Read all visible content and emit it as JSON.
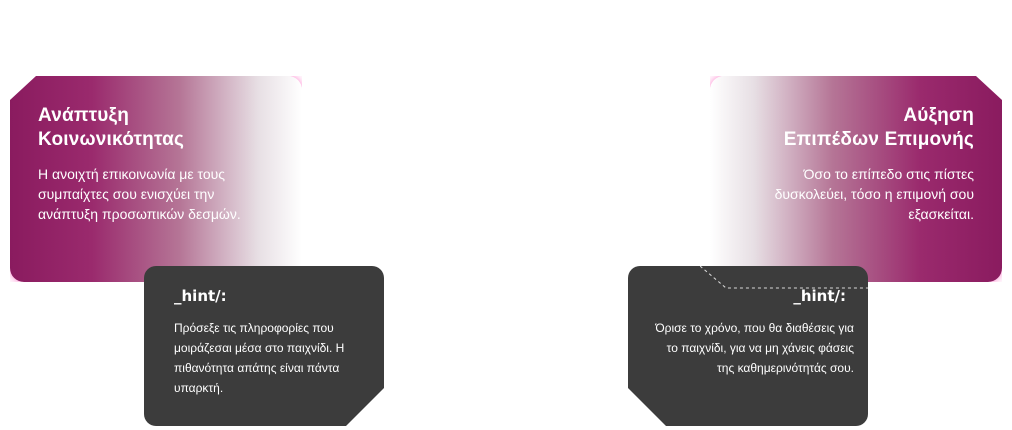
{
  "left_card": {
    "title_line1": "Ανάπτυξη",
    "title_line2": "Κοινωνικότητας",
    "text": "Η ανοιχτή επικοινωνία με τους συμπαίχτες σου ενισχύει την ανάπτυξη προσωπικών δεσμών."
  },
  "left_hint": {
    "title": "_hint/:",
    "text": "Πρόσεξε τις πληροφορίες που μοιράζεσαι μέσα στο παιχνίδι. Η πιθανότητα απάτης είναι πάντα υπαρκτή."
  },
  "right_card": {
    "title_line1": "Αύξηση",
    "title_line2": "Επιπέδων Επιμονής",
    "text": "Όσο το επίπεδο στις πίστες δυσκολεύει, τόσο η επιμονή σου εξασκείται."
  },
  "right_hint": {
    "title": "_hint/:",
    "text": "Όρισε το χρόνο, που θα διαθέσεις για το παιχνίδι, για να μη χάνεις φάσεις της καθημερινότητάς σου."
  },
  "colors": {
    "magenta": "#8a1b5f",
    "hint_bg": "#3c3c3c",
    "glow": "#ff78c8"
  }
}
